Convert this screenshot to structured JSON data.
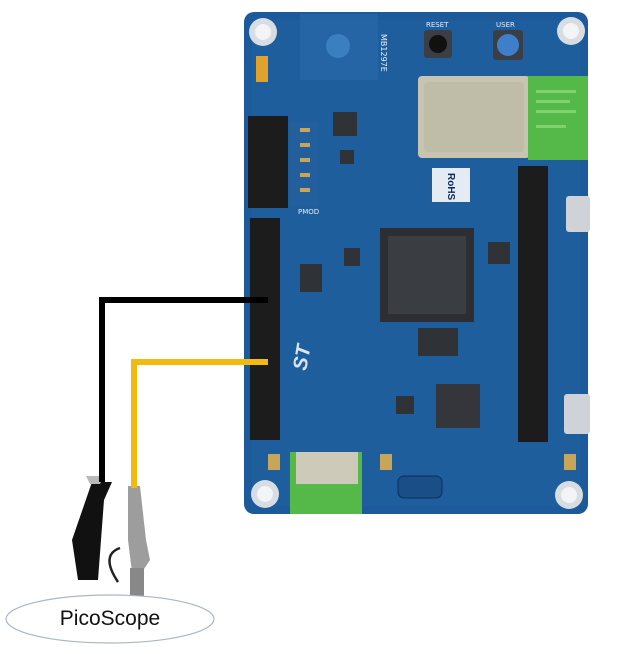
{
  "scene": {
    "description_labels": {
      "reset_button": "RESET",
      "user_button": "USER",
      "board_id": "MB1297E",
      "rohs_badge": "RoHS",
      "pmod_connector": "PMOD",
      "st_logo": "ST",
      "scope_label": "PicoScope"
    },
    "wires": {
      "ground_color": "#000000",
      "signal_color": "#f2b90f"
    },
    "colors": {
      "board": "#1d5a9c",
      "board_dark": "#144678",
      "chip": "#3a3d42",
      "header": "#1c1c1c",
      "wifi_module": "#54b948"
    }
  }
}
